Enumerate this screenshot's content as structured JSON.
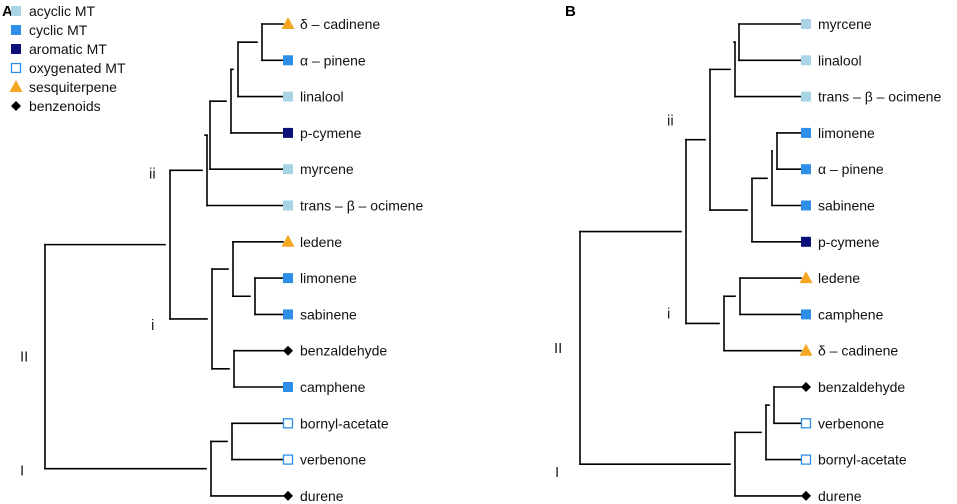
{
  "categories": {
    "acyclic": {
      "label": "acyclic MT",
      "color": "#A8D4E6",
      "shape": "square-filled"
    },
    "cyclic": {
      "label": "cyclic MT",
      "color": "#2F8FE8",
      "shape": "square-filled"
    },
    "aromatic": {
      "label": "aromatic MT",
      "color": "#0B0F7A",
      "shape": "square-filled"
    },
    "oxygenated": {
      "label": "oxygenated MT",
      "color": "#2F8FE8",
      "shape": "square-outline"
    },
    "sesquiterpene": {
      "label": "sesquiterpene",
      "color": "#F5A623",
      "shape": "triangle"
    },
    "benzenoids": {
      "label": "benzenoids",
      "color": "#000000",
      "shape": "diamond"
    }
  },
  "legend_order": [
    "acyclic",
    "cyclic",
    "aromatic",
    "oxygenated",
    "sesquiterpene",
    "benzenoids"
  ],
  "panels": [
    {
      "letter": "A",
      "leaves": [
        {
          "label": "δ – cadinene",
          "cat": "sesquiterpene"
        },
        {
          "label": "α – pinene",
          "cat": "cyclic"
        },
        {
          "label": "linalool",
          "cat": "acyclic"
        },
        {
          "label": "p-cymene",
          "cat": "aromatic"
        },
        {
          "label": "myrcene",
          "cat": "acyclic"
        },
        {
          "label": "trans – β – ocimene",
          "cat": "acyclic"
        },
        {
          "label": "ledene",
          "cat": "sesquiterpene"
        },
        {
          "label": "limonene",
          "cat": "cyclic"
        },
        {
          "label": "sabinene",
          "cat": "cyclic"
        },
        {
          "label": "benzaldehyde",
          "cat": "benzenoids"
        },
        {
          "label": "camphene",
          "cat": "cyclic"
        },
        {
          "label": "bornyl-acetate",
          "cat": "oxygenated"
        },
        {
          "label": "verbenone",
          "cat": "oxygenated"
        },
        {
          "label": "durene",
          "cat": "benzenoids"
        }
      ],
      "clade_labels": [
        "II",
        "ii",
        "i",
        "I"
      ]
    },
    {
      "letter": "B",
      "leaves": [
        {
          "label": "myrcene",
          "cat": "acyclic"
        },
        {
          "label": "linalool",
          "cat": "acyclic"
        },
        {
          "label": "trans – β – ocimene",
          "cat": "acyclic"
        },
        {
          "label": "limonene",
          "cat": "cyclic"
        },
        {
          "label": "α – pinene",
          "cat": "cyclic"
        },
        {
          "label": "sabinene",
          "cat": "cyclic"
        },
        {
          "label": "p-cymene",
          "cat": "aromatic"
        },
        {
          "label": "ledene",
          "cat": "sesquiterpene"
        },
        {
          "label": "camphene",
          "cat": "cyclic"
        },
        {
          "label": "δ – cadinene",
          "cat": "sesquiterpene"
        },
        {
          "label": "benzaldehyde",
          "cat": "benzenoids"
        },
        {
          "label": "verbenone",
          "cat": "oxygenated"
        },
        {
          "label": "bornyl-acetate",
          "cat": "oxygenated"
        },
        {
          "label": "durene",
          "cat": "benzenoids"
        }
      ],
      "clade_labels": [
        "ii",
        "II",
        "i",
        "I"
      ]
    }
  ]
}
